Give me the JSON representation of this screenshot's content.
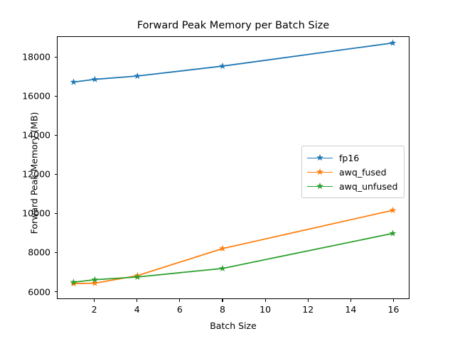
{
  "chart_data": {
    "type": "line",
    "title": "Forward Peak Memory per Batch Size",
    "xlabel": "Batch Size",
    "ylabel": "Forward Peak Memory (MB)",
    "x": [
      1,
      2,
      4,
      8,
      16
    ],
    "xlim": [
      0.25,
      16.75
    ],
    "ylim": [
      5620,
      19060
    ],
    "xticks": [
      2,
      4,
      6,
      8,
      10,
      12,
      14,
      16
    ],
    "xtick_labels": [
      "2",
      "4",
      "6",
      "8",
      "10",
      "12",
      "14",
      "16"
    ],
    "yticks": [
      6000,
      8000,
      10000,
      12000,
      14000,
      16000,
      18000
    ],
    "ytick_labels": [
      "6000",
      "8000",
      "10000",
      "12000",
      "14000",
      "16000",
      "18000"
    ],
    "grid": false,
    "legend_position": "center right",
    "marker": "star",
    "series": [
      {
        "name": "fp16",
        "color": "#1f77b4",
        "values": [
          16740,
          16880,
          17050,
          17560,
          18750
        ]
      },
      {
        "name": "awq_fused",
        "color": "#ff7f0e",
        "values": [
          6380,
          6400,
          6790,
          8180,
          10150
        ]
      },
      {
        "name": "awq_unfused",
        "color": "#2ca02c",
        "values": [
          6450,
          6580,
          6720,
          7160,
          8960
        ]
      }
    ]
  }
}
